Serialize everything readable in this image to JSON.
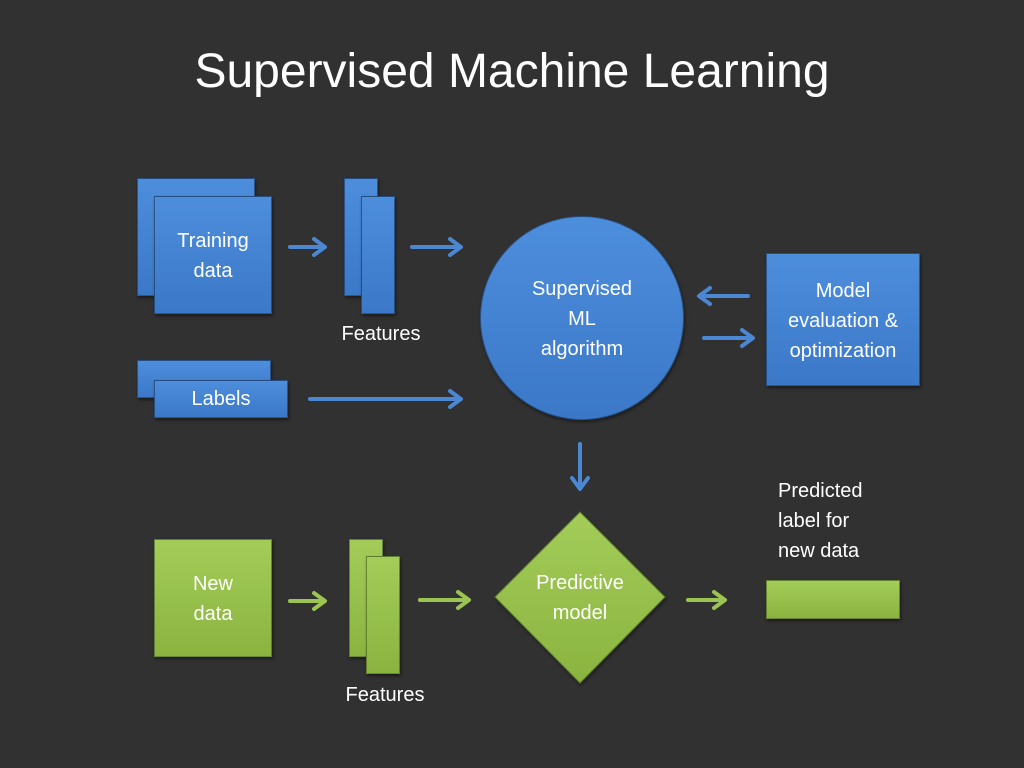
{
  "title": "Supervised Machine Learning",
  "training": {
    "line1": "Training",
    "line2": "data"
  },
  "labels": "Labels",
  "features_top": "Features",
  "features_bottom": "Features",
  "algorithm": {
    "line1": "Supervised",
    "line2": "ML",
    "line3": "algorithm"
  },
  "evaluation": {
    "line1": "Model",
    "line2": "evaluation &",
    "line3": "optimization"
  },
  "new_data": {
    "line1": "New",
    "line2": "data"
  },
  "predictive": {
    "line1": "Predictive",
    "line2": "model"
  },
  "predicted": {
    "line1": "Predicted",
    "line2": "label for",
    "line3": "new data"
  },
  "colors": {
    "background": "#313131",
    "blue": "#3f7fd0",
    "green": "#94be4a",
    "arrow_blue": "#4b87d2",
    "arrow_green": "#9cc452"
  }
}
